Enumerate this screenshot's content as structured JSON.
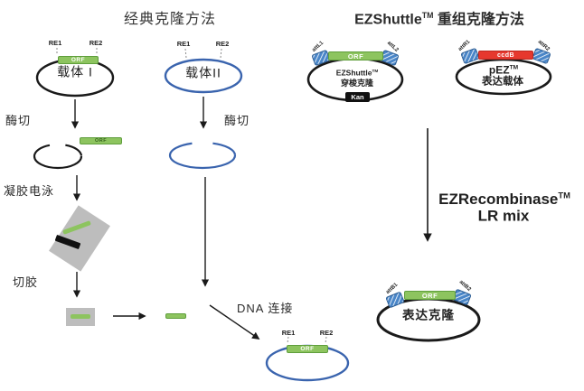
{
  "colors": {
    "orf_green": "#8dc45f",
    "orf_border": "#5f9e3c",
    "ccdb_red": "#e6382e",
    "ccdb_border": "#bc2a22",
    "vector_blue": "#3a64ae",
    "att_blue": "#4a86c8",
    "att_border": "#2c5d94",
    "gel_gray": "#bdbdbd",
    "ink": "#1a1a1a"
  },
  "classic": {
    "title": "经典克隆方法",
    "vector1_label": "载体 I",
    "vector2_label": "载体II",
    "re1": "RE1",
    "re2": "RE2",
    "orf": "ORF",
    "step_digest_left": "酶切",
    "step_digest_right": "酶切",
    "step_gel": "凝胶电泳",
    "step_cut": "切胶",
    "step_ligation": "DNA 连接",
    "fragment_orf": "ORF",
    "product_re1": "RE1",
    "product_re2": "RE2",
    "product_orf": "ORF"
  },
  "ez": {
    "title_brand": "EZShuttle",
    "title_tm": "TM",
    "title_rest": " 重组克隆方法",
    "shuttle_attl1": "attL1",
    "shuttle_orf": "ORF",
    "shuttle_attl2": "attL2",
    "shuttle_name": "EZShuttle",
    "shuttle_tm": "TM",
    "shuttle_subtitle": "穿梭克隆",
    "shuttle_kan": "Kan",
    "pez_attr1": "attR1",
    "pez_ccdb": "ccdB",
    "pez_attr2": "attR2",
    "pez_name": "pEZ",
    "pez_tm": "TM",
    "pez_subtitle": "表达载体",
    "reaction_name": "EZRecombinase",
    "reaction_tm": "TM",
    "reaction_mix": "LR mix",
    "product_attb1": "attB1",
    "product_orf": "ORF",
    "product_attb2": "attB2",
    "product_label": "表达克隆"
  }
}
